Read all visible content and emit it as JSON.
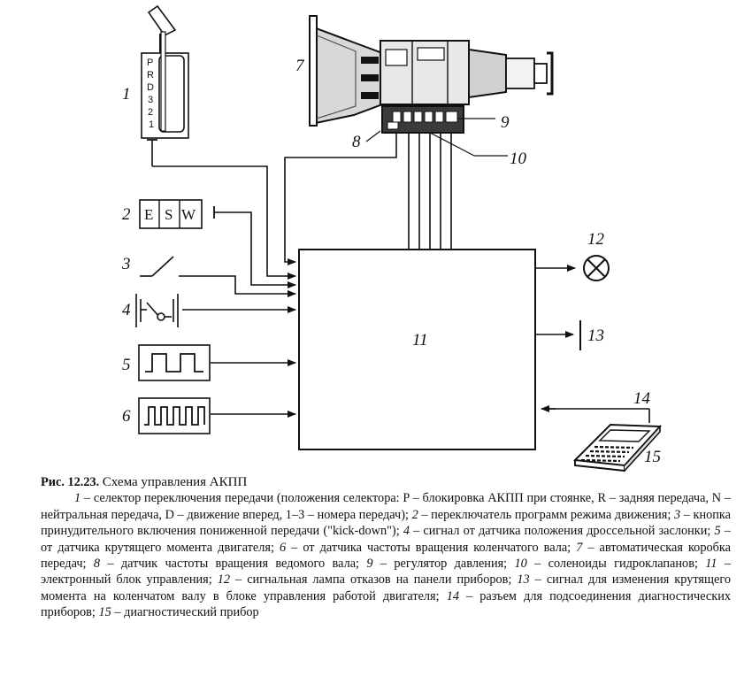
{
  "figure": {
    "labels": {
      "selector": "1",
      "program_switch": "2",
      "kickdown_button": "3",
      "throttle_sensor": "4",
      "crank_sensor": "5",
      "speed_sensor": "6",
      "transmission": "7",
      "output_shaft_sensor": "8",
      "pressure_regulator": "9",
      "solenoids": "10",
      "ecu": "11",
      "warning_lamp": "12",
      "torque_signal": "13",
      "diagnostic_connector": "14",
      "diagnostic_tool": "15"
    },
    "gear_positions": [
      "P",
      "R",
      "D",
      "3",
      "2",
      "1"
    ],
    "program_switch_letters": [
      "E",
      "S",
      "W"
    ]
  },
  "caption": {
    "number": "Рис. 12.23.",
    "title": "Схема управления АКПП",
    "items": [
      {
        "num": "1",
        "text": " – селектор переключения передачи (положения селектора: P – блокировка АКПП при стоянке, R – задняя передача, N – нейтральная передача, D – движение вперед, 1–3 – номера передач); "
      },
      {
        "num": "2",
        "text": " – переключатель программ режима движения; "
      },
      {
        "num": "3",
        "text": " – кнопка принудительного включения пониженной передачи (\"kick-down\"); "
      },
      {
        "num": "4",
        "text": " – сигнал от датчика положения дроссельной заслонки; "
      },
      {
        "num": "5",
        "text": " – от датчика крутящего момента двигателя; "
      },
      {
        "num": "6",
        "text": " – от датчика частоты вращения коленчатого вала; "
      },
      {
        "num": "7",
        "text": " – автоматическая коробка передач; "
      },
      {
        "num": "8",
        "text": " – датчик частоты вращения ведомого вала; "
      },
      {
        "num": "9",
        "text": " – регулятор давления; "
      },
      {
        "num": "10",
        "text": " – соленоиды гидроклапанов; "
      },
      {
        "num": "11",
        "text": " – электронный блок управления; "
      },
      {
        "num": "12",
        "text": " – сигнальная лампа отказов на панели приборов; "
      },
      {
        "num": "13",
        "text": " – сигнал для изменения крутящего момента на коленчатом валу в блоке управления работой двигателя; "
      },
      {
        "num": "14",
        "text": " – разъем для подсоединения диагностических приборов; "
      },
      {
        "num": "15",
        "text": " – диагностический прибор"
      }
    ]
  }
}
